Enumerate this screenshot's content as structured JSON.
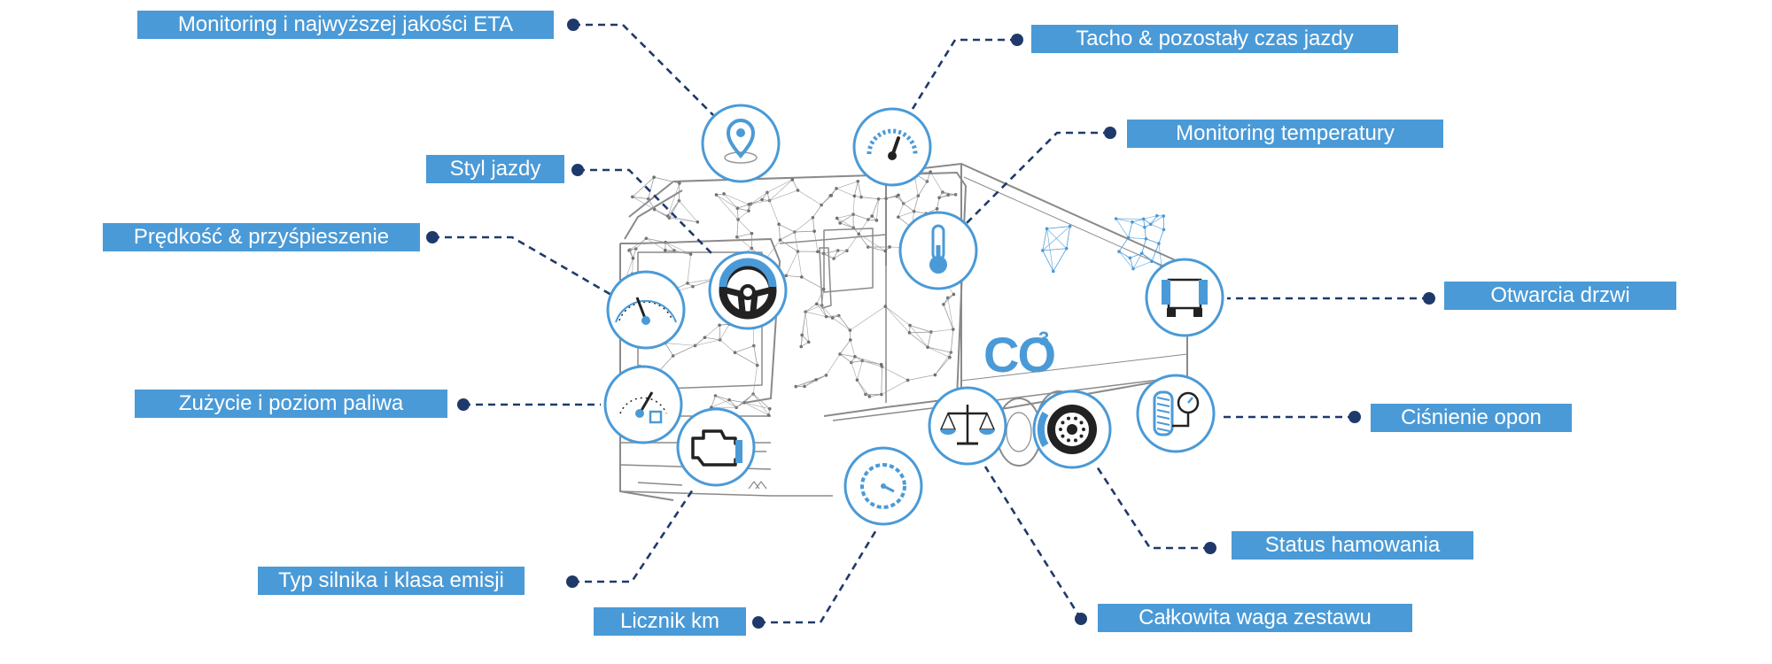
{
  "colors": {
    "label_bg": "#4a9ad7",
    "label_text": "#ffffff",
    "connector": "#1f3a6a",
    "icon_ring": "#4a9ad7",
    "icon_dark": "#222222",
    "truck_lines": "#8a8a8a",
    "network_accent": "#4a9ad7"
  },
  "brand": {
    "logo_text": "CO",
    "logo_superscript": "3",
    "logo_color": "#4a9ad7"
  },
  "features": [
    {
      "id": "monitoring-eta",
      "label": "Monitoring i najwyższej jakości ETA",
      "icon": "map-pin-icon"
    },
    {
      "id": "tacho",
      "label": "Tacho & pozostały czas jazdy",
      "icon": "tachograph-gauge-icon"
    },
    {
      "id": "temperature",
      "label": "Monitoring temperatury",
      "icon": "thermometer-icon"
    },
    {
      "id": "driving-style",
      "label": "Styl jazdy",
      "icon": "steering-wheel-icon"
    },
    {
      "id": "speed",
      "label": "Prędkość & przyśpieszenie",
      "icon": "speedometer-icon"
    },
    {
      "id": "doors",
      "label": "Otwarcia drzwi",
      "icon": "truck-door-icon"
    },
    {
      "id": "fuel",
      "label": "Zużycie i poziom paliwa",
      "icon": "fuel-gauge-icon"
    },
    {
      "id": "tyre-pressure",
      "label": "Ciśnienie opon",
      "icon": "tyre-pressure-icon"
    },
    {
      "id": "engine",
      "label": "Typ silnika i klasa emisji",
      "icon": "engine-icon"
    },
    {
      "id": "braking",
      "label": "Status hamowania",
      "icon": "brake-disc-icon"
    },
    {
      "id": "odometer",
      "label": "Licznik km",
      "icon": "odometer-icon"
    },
    {
      "id": "weight",
      "label": "Całkowita waga zestawu",
      "icon": "scales-icon"
    }
  ]
}
